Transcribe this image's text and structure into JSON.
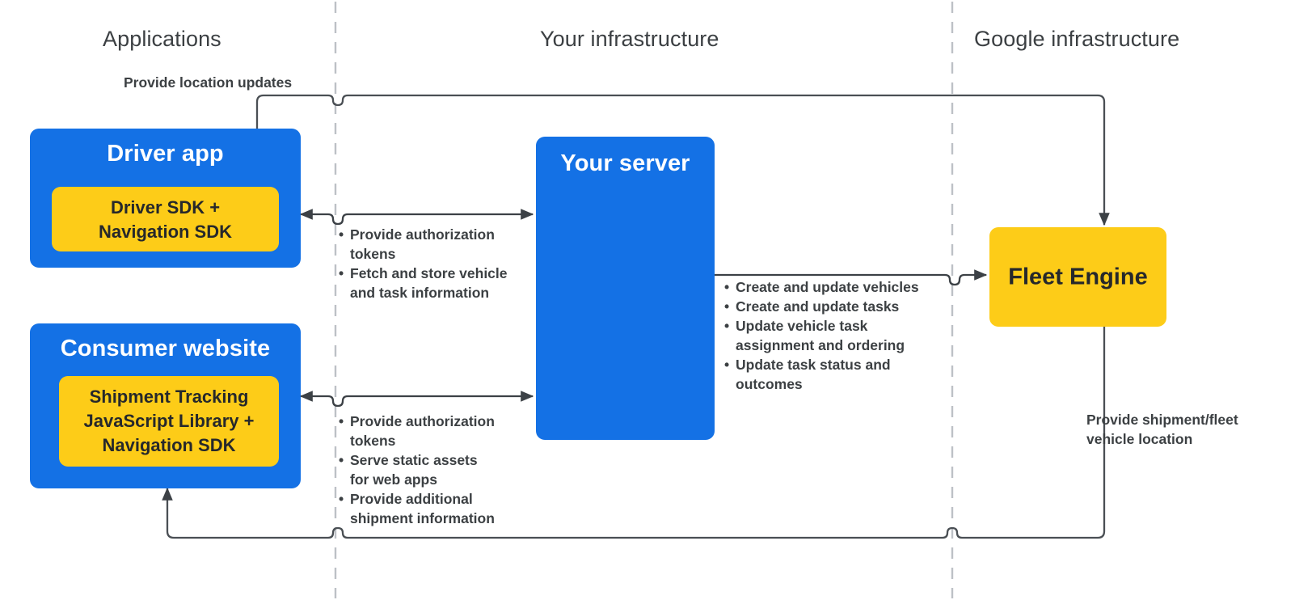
{
  "diagram": {
    "title": "Fleet Engine / Last Mile Fleet Solution architecture",
    "colors": {
      "blue": "#1471e5",
      "yellow": "#fdcc18",
      "text_dark": "#3c4043",
      "text_on_blue": "#ffffff",
      "divider": "#bdc1c6",
      "wire": "#4a4f54"
    }
  },
  "zones": [
    {
      "id": "applications",
      "label": "Applications"
    },
    {
      "id": "your-infrastructure",
      "label": "Your infrastructure"
    },
    {
      "id": "google-infrastructure",
      "label": "Google infrastructure"
    }
  ],
  "nodes": {
    "driver_app": {
      "title": "Driver app",
      "inner": "Driver SDK +\nNavigation SDK"
    },
    "consumer_website": {
      "title": "Consumer website",
      "inner": "Shipment Tracking\nJavaScript Library  +\nNavigation SDK"
    },
    "your_server": {
      "title": "Your server"
    },
    "fleet_engine": {
      "title": "Fleet Engine"
    }
  },
  "annotations": {
    "location_updates": "Provide location updates",
    "shipment_fleet_location": "Provide shipment/fleet\nvehicle location",
    "driver_server_bullets": [
      "Provide authorization\ntokens",
      "Fetch and store vehicle\nand task information"
    ],
    "consumer_server_bullets": [
      "Provide authorization\ntokens",
      "Serve static assets\nfor web apps",
      "Provide additional\nshipment information"
    ],
    "server_fleet_bullets": [
      "Create and update vehicles",
      "Create and update tasks",
      "Update vehicle task\nassignment and ordering",
      "Update task status and\noutcomes"
    ]
  }
}
